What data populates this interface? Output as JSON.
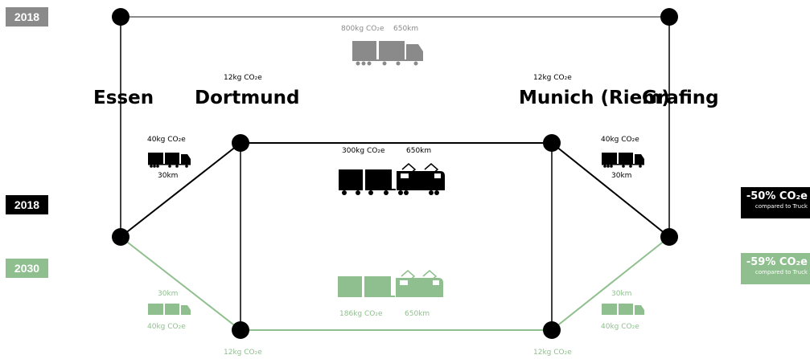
{
  "years": {
    "top": "2018",
    "middle": "2018",
    "bottom": "2030"
  },
  "cities": {
    "essen": "Essen",
    "dortmund": "Dortmund",
    "munich": "Munich (Riem)",
    "grafing": "Grafing"
  },
  "labels": {
    "truck_co2": "800kg CO₂e",
    "truck_km": "650km",
    "dortmund_terminal_co2": "12kg CO₂e",
    "munich_terminal_co2": "12kg CO₂e",
    "left_truck_co2": "40kg CO₂e",
    "left_truck_km": "30km",
    "right_truck_co2": "40kg CO₂e",
    "right_truck_km": "30km",
    "rail_2018_co2": "300kg CO₂e",
    "rail_2018_km": "650km",
    "rail_2030_co2": "186kg CO₂e",
    "rail_2030_km": "650km",
    "left_truck_2030_km": "30km",
    "left_truck_2030_co2": "40kg CO₂e",
    "right_truck_2030_km": "30km",
    "right_truck_2030_co2": "40kg CO₂e",
    "dortmund_terminal_2030_co2": "12kg CO₂e",
    "munich_terminal_2030_co2": "12kg CO₂e"
  },
  "badges": {
    "black_main": "-50% CO₂e",
    "black_sub": "compared to Truck",
    "green_main": "-59% CO₂e",
    "green_sub": "compared to Truck"
  },
  "colors": {
    "gray": "#8a8a8a",
    "black": "#000000",
    "green": "#8fbf8f"
  }
}
